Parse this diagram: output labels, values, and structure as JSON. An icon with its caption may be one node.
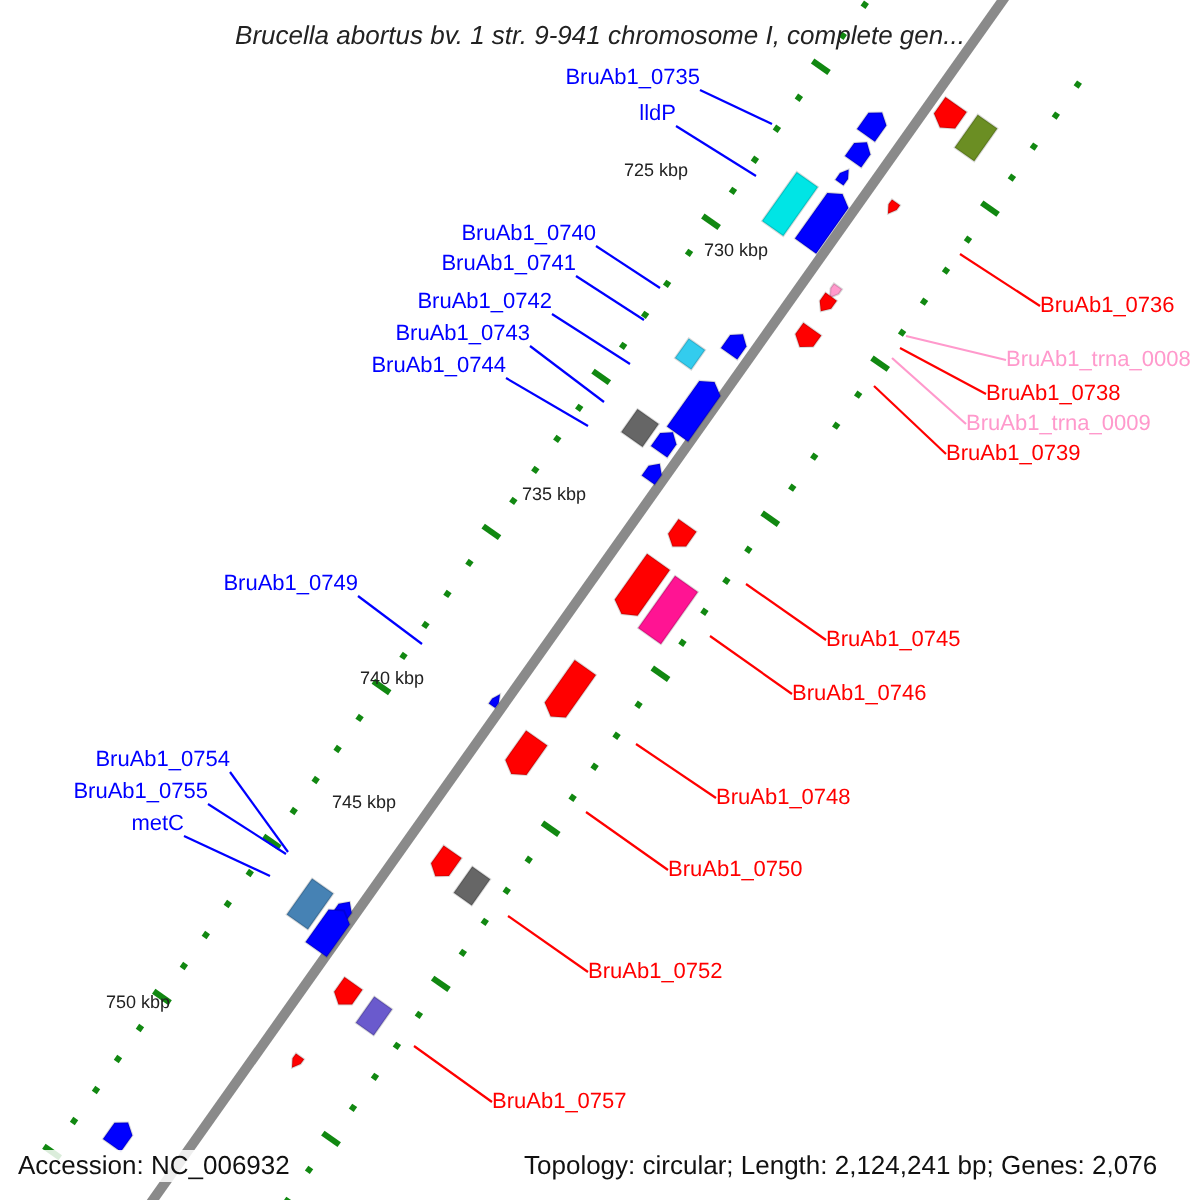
{
  "diagram": {
    "title": "Brucella abortus bv. 1 str. 9-941 chromosome I, complete gen...",
    "nodes": [
      {
        "text": [
          "BruAb1_0735"
        ]
      },
      {
        "text": [
          "lldP"
        ]
      },
      {
        "text": [
          "BruAb1_0740"
        ]
      },
      {
        "text": [
          "BruAb1_0741"
        ]
      },
      {
        "text": [
          "BruAb1_0736"
        ]
      },
      {
        "text": [
          "BruAb1_0742"
        ]
      },
      {
        "text": [
          "BruAb1_0743"
        ]
      },
      {
        "text": [
          "BruAb1_trna_0008"
        ]
      },
      {
        "text": [
          "BruAb1_0744"
        ]
      },
      {
        "text": [
          "BruAb1_0738"
        ]
      },
      {
        "text": [
          "BruAb1_trna_0009"
        ]
      },
      {
        "text": [
          "BruAb1_0739"
        ]
      },
      {
        "text": [
          "BruAb1_0749"
        ]
      },
      {
        "text": [
          "BruAb1_0745"
        ]
      },
      {
        "text": [
          "BruAb1_0746"
        ]
      },
      {
        "text": [
          "BruAb1_0754"
        ]
      },
      {
        "text": [
          "BruAb1_0755"
        ]
      },
      {
        "text": [
          "BruAb1_0748"
        ]
      },
      {
        "text": [
          "metC"
        ]
      },
      {
        "text": [
          "BruAb1_0750"
        ]
      },
      {
        "text": [
          "BruAb1_0752"
        ]
      },
      {
        "text": [
          "BruAb1_0757"
        ]
      }
    ],
    "edges": [
      {
        "from": 0,
        "to": null,
        "arrow": "none"
      },
      {
        "from": 1,
        "to": null,
        "arrow": "none"
      },
      {
        "from": 2,
        "to": null,
        "arrow": "none"
      },
      {
        "from": 3,
        "to": null,
        "arrow": "none"
      },
      {
        "from": 4,
        "to": null,
        "arrow": "none",
        "color": "#ff0000"
      },
      {
        "from": 5,
        "to": null,
        "arrow": "none"
      },
      {
        "from": 6,
        "to": null,
        "arrow": "none"
      },
      {
        "from": 7,
        "to": null,
        "arrow": "none",
        "color": "#ff99cc"
      },
      {
        "from": 8,
        "to": null,
        "arrow": "none"
      },
      {
        "from": 9,
        "to": null,
        "arrow": "none",
        "color": "#ff0000"
      },
      {
        "from": 10,
        "to": null,
        "arrow": "none",
        "color": "#ff99cc"
      },
      {
        "from": 11,
        "to": null,
        "arrow": "none",
        "color": "#ff0000"
      },
      {
        "from": 12,
        "to": null,
        "arrow": "none"
      },
      {
        "from": 13,
        "to": null,
        "arrow": "none",
        "color": "#ff0000"
      },
      {
        "from": 14,
        "to": null,
        "arrow": "none",
        "color": "#ff0000"
      },
      {
        "from": 15,
        "to": null,
        "arrow": "none"
      },
      {
        "from": 16,
        "to": null,
        "arrow": "none"
      },
      {
        "from": 17,
        "to": null,
        "arrow": "none",
        "color": "#ff0000"
      },
      {
        "from": 18,
        "to": null,
        "arrow": "none"
      },
      {
        "from": 19,
        "to": null,
        "arrow": "none",
        "color": "#ff0000"
      },
      {
        "from": 20,
        "to": null,
        "arrow": "none",
        "color": "#ff0000"
      },
      {
        "from": 21,
        "to": null,
        "arrow": "none",
        "color": "#ff0000"
      }
    ],
    "labels": [
      "725 kbp",
      "730 kbp",
      "735 kbp",
      "740 kbp",
      "745 kbp",
      "750 kbp",
      "Accession: NC_006932",
      "Topology: circular; Length: 2,124,241 bp; Genes: 2,076"
    ]
  }
}
